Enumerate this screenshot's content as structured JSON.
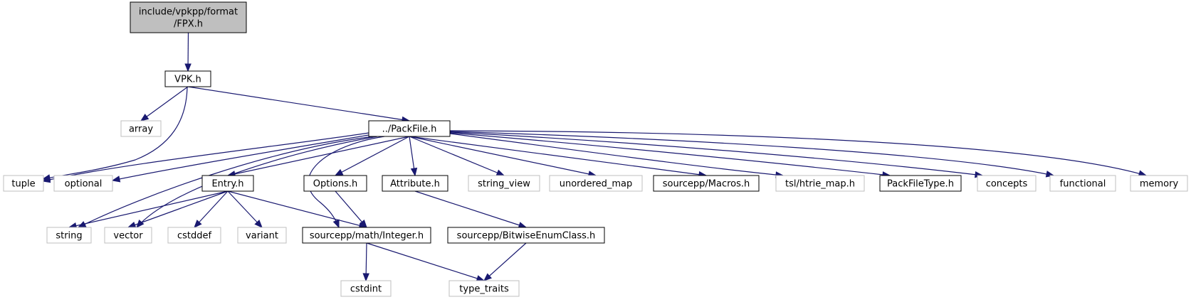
{
  "colors": {
    "edge": "#191970",
    "root_fill": "#bfbfbf",
    "root_border": "#000000",
    "project_border": "#000000",
    "external_border": "#bfbfbf",
    "node_fill": "#ffffff"
  },
  "nodes": [
    {
      "id": "fpx",
      "kind": "root",
      "lines": [
        "include/vpkpp/format",
        "/FPX.h"
      ]
    },
    {
      "id": "vpk",
      "kind": "project",
      "lines": [
        "VPK.h"
      ]
    },
    {
      "id": "array",
      "kind": "external",
      "lines": [
        "array"
      ]
    },
    {
      "id": "packfile",
      "kind": "project",
      "lines": [
        "../PackFile.h"
      ]
    },
    {
      "id": "tuple",
      "kind": "external",
      "lines": [
        "tuple"
      ]
    },
    {
      "id": "optional",
      "kind": "external",
      "lines": [
        "optional"
      ]
    },
    {
      "id": "entry",
      "kind": "project",
      "lines": [
        "Entry.h"
      ]
    },
    {
      "id": "options",
      "kind": "project",
      "lines": [
        "Options.h"
      ]
    },
    {
      "id": "attribute",
      "kind": "project",
      "lines": [
        "Attribute.h"
      ]
    },
    {
      "id": "string_view",
      "kind": "external",
      "lines": [
        "string_view"
      ]
    },
    {
      "id": "unordered_map",
      "kind": "external",
      "lines": [
        "unordered_map"
      ]
    },
    {
      "id": "macros",
      "kind": "project",
      "lines": [
        "sourcepp/Macros.h"
      ]
    },
    {
      "id": "htrie",
      "kind": "external",
      "lines": [
        "tsl/htrie_map.h"
      ]
    },
    {
      "id": "packfiletype",
      "kind": "project",
      "lines": [
        "PackFileType.h"
      ]
    },
    {
      "id": "concepts",
      "kind": "external",
      "lines": [
        "concepts"
      ]
    },
    {
      "id": "functional",
      "kind": "external",
      "lines": [
        "functional"
      ]
    },
    {
      "id": "memory",
      "kind": "external",
      "lines": [
        "memory"
      ]
    },
    {
      "id": "string",
      "kind": "external",
      "lines": [
        "string"
      ]
    },
    {
      "id": "vector",
      "kind": "external",
      "lines": [
        "vector"
      ]
    },
    {
      "id": "cstddef",
      "kind": "external",
      "lines": [
        "cstddef"
      ]
    },
    {
      "id": "variant",
      "kind": "external",
      "lines": [
        "variant"
      ]
    },
    {
      "id": "integer",
      "kind": "project",
      "lines": [
        "sourcepp/math/Integer.h"
      ]
    },
    {
      "id": "bitwise",
      "kind": "project",
      "lines": [
        "sourcepp/BitwiseEnumClass.h"
      ]
    },
    {
      "id": "cstdint",
      "kind": "external",
      "lines": [
        "cstdint"
      ]
    },
    {
      "id": "type_traits",
      "kind": "external",
      "lines": [
        "type_traits"
      ]
    }
  ],
  "edges": [
    {
      "from": "fpx",
      "to": "vpk"
    },
    {
      "from": "vpk",
      "to": "array"
    },
    {
      "from": "vpk",
      "to": "tuple"
    },
    {
      "from": "vpk",
      "to": "packfile"
    },
    {
      "from": "packfile",
      "to": "tuple"
    },
    {
      "from": "packfile",
      "to": "optional"
    },
    {
      "from": "packfile",
      "to": "string"
    },
    {
      "from": "packfile",
      "to": "vector"
    },
    {
      "from": "packfile",
      "to": "entry"
    },
    {
      "from": "packfile",
      "to": "integer"
    },
    {
      "from": "packfile",
      "to": "options"
    },
    {
      "from": "packfile",
      "to": "attribute"
    },
    {
      "from": "packfile",
      "to": "string_view"
    },
    {
      "from": "packfile",
      "to": "unordered_map"
    },
    {
      "from": "packfile",
      "to": "macros"
    },
    {
      "from": "packfile",
      "to": "htrie"
    },
    {
      "from": "packfile",
      "to": "packfiletype"
    },
    {
      "from": "packfile",
      "to": "concepts"
    },
    {
      "from": "packfile",
      "to": "functional"
    },
    {
      "from": "packfile",
      "to": "memory"
    },
    {
      "from": "entry",
      "to": "string"
    },
    {
      "from": "entry",
      "to": "vector"
    },
    {
      "from": "entry",
      "to": "cstddef"
    },
    {
      "from": "entry",
      "to": "variant"
    },
    {
      "from": "entry",
      "to": "integer"
    },
    {
      "from": "options",
      "to": "integer"
    },
    {
      "from": "attribute",
      "to": "bitwise"
    },
    {
      "from": "integer",
      "to": "cstdint"
    },
    {
      "from": "integer",
      "to": "type_traits"
    },
    {
      "from": "bitwise",
      "to": "type_traits"
    }
  ]
}
